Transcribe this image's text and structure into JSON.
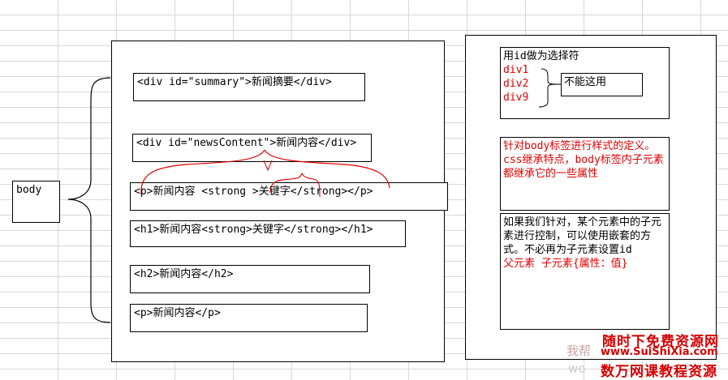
{
  "body_label": "body",
  "code_boxes": [
    "<div id=\"summary\">新闻摘要</div>",
    "<div id=\"newsContent\">新闻内容</div>",
    "<p>新闻内容  <strong >关键字</strong></p>",
    "<h1>新闻内容<strong>关键字</strong></h1>",
    "<h2>新闻内容</h2>",
    "<p>新闻内容</p>"
  ],
  "id_note": {
    "title": "用id做为选择符",
    "items": [
      "div1",
      "div2",
      "div9"
    ],
    "callout": "不能这用"
  },
  "body_note": {
    "line1": "针对body标签进行样式的定义。",
    "line2": "css继承特点，body标签内子元素都继承它的一些属性"
  },
  "nested_note": {
    "text": "如果我们针对，某个元素中的子元素进行控制，可以使用嵌套的方式。不必再为子元素设置id",
    "syntax": "父元素 子元素{属性：值}"
  },
  "watermark": {
    "faded_top": "我帮",
    "faded_bottom": "wo",
    "title": "随时下免费资源网",
    "url": "www.SuiShiXia.com",
    "footer": "数万网课教程资源"
  },
  "colors": {
    "annotation": "#e00000",
    "watermark": "#d40000"
  }
}
